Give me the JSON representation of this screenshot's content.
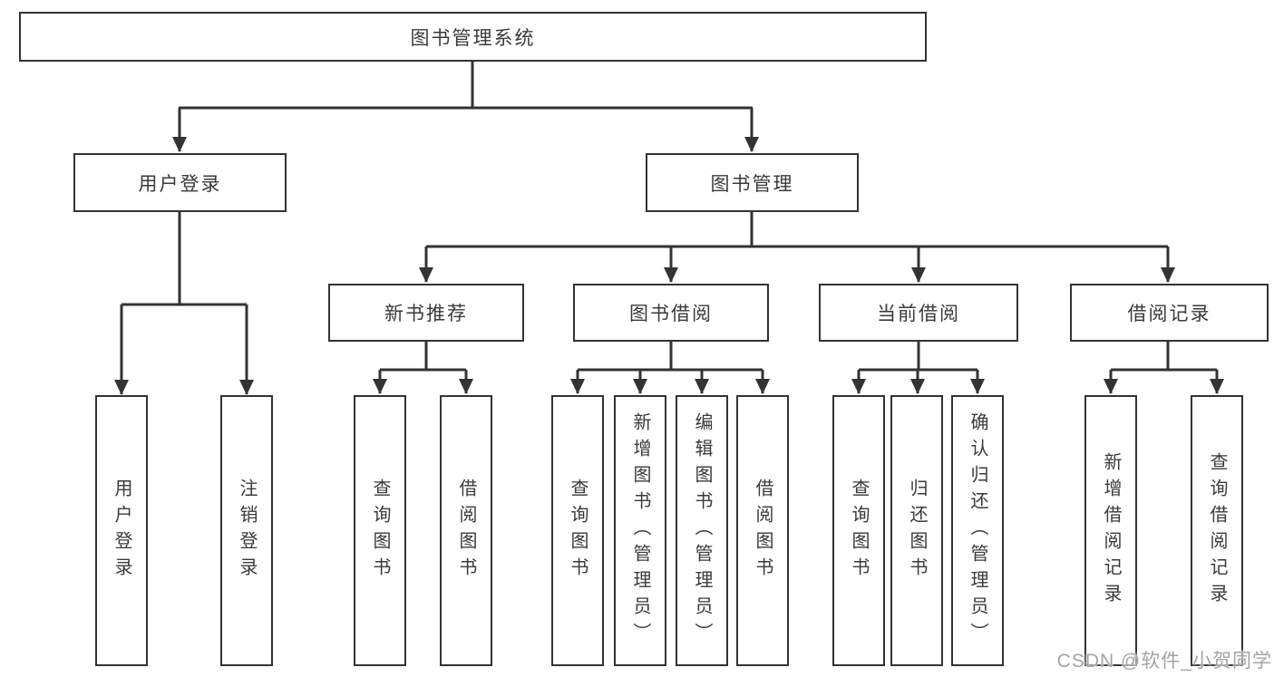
{
  "watermark": "CSDN @软件_小贺同学",
  "colors": {
    "line": "#333333",
    "text": "#3a3a3a",
    "box_background": "#ffffff",
    "background": "#ffffff",
    "watermark": "#a4a4a4"
  },
  "structure": {
    "label": "图书管理系统",
    "children": [
      {
        "label": "用户登录",
        "children": [
          {
            "label": "用户登录"
          },
          {
            "label": "注销登录"
          }
        ]
      },
      {
        "label": "图书管理",
        "children": [
          {
            "label": "新书推荐",
            "children": [
              {
                "label": "查询图书"
              },
              {
                "label": "借阅图书"
              }
            ]
          },
          {
            "label": "图书借阅",
            "children": [
              {
                "label": "查询图书"
              },
              {
                "label": "新增图书（管理员）"
              },
              {
                "label": "编辑图书（管理员）"
              },
              {
                "label": "借阅图书"
              }
            ]
          },
          {
            "label": "当前借阅",
            "children": [
              {
                "label": "查询图书"
              },
              {
                "label": "归还图书"
              },
              {
                "label": "确认归还（管理员）"
              }
            ]
          },
          {
            "label": "借阅记录",
            "children": [
              {
                "label": "新增借阅记录"
              },
              {
                "label": "查询借阅记录"
              }
            ]
          }
        ]
      }
    ]
  }
}
